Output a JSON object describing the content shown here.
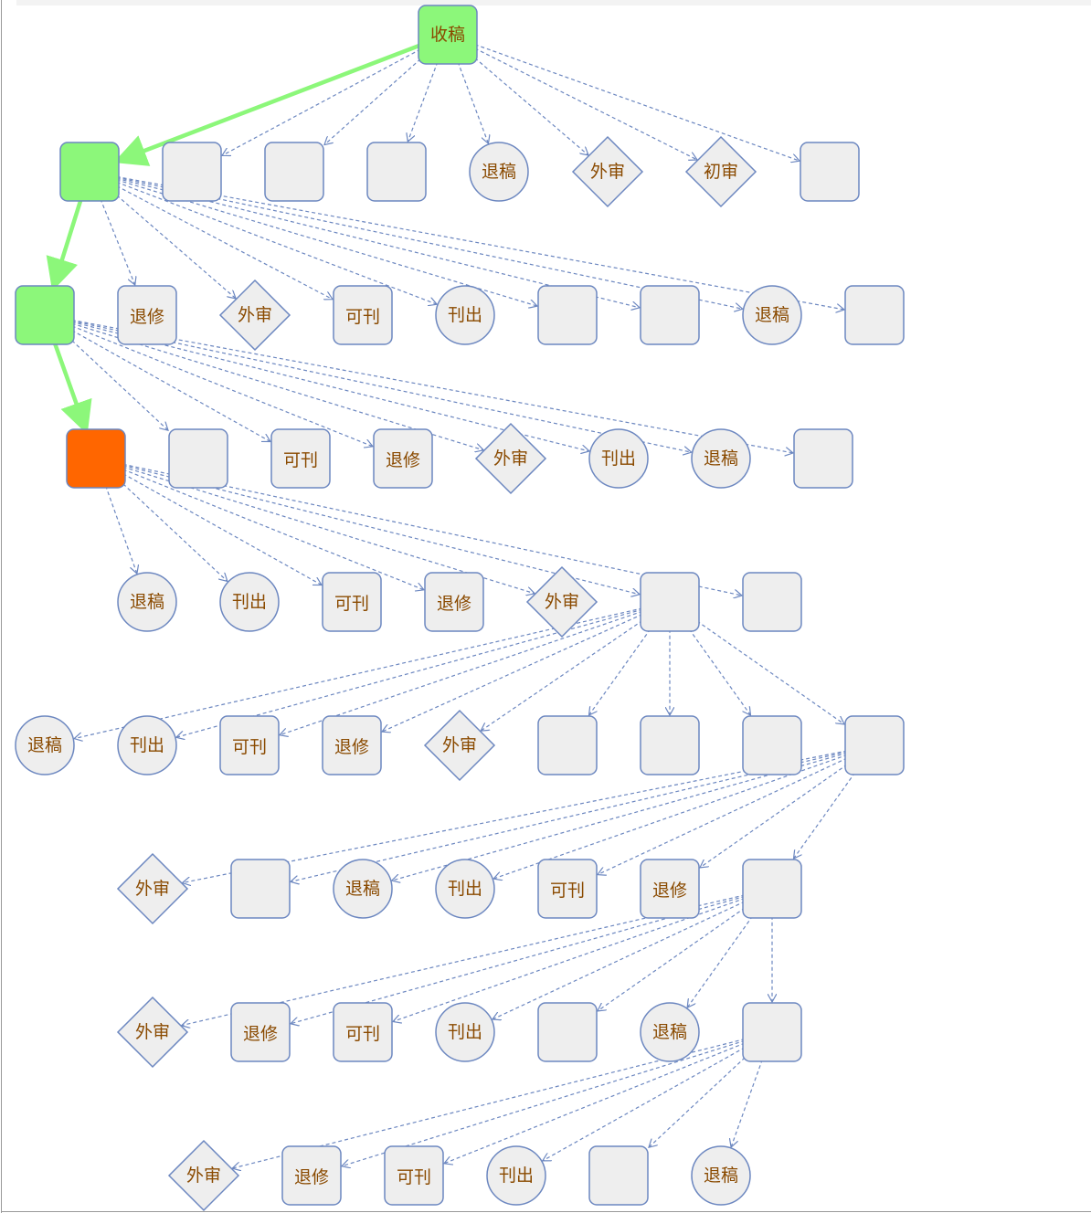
{
  "colors": {
    "default_fill": "#eeeeee",
    "stroke": "#6c87c0",
    "active": "#8cf77a",
    "current": "#ff6600",
    "label": "#8a4a00",
    "edge": "#6c87c0",
    "highlight_edge": "#8cf77a"
  },
  "nodes": [
    {
      "label": "收稿",
      "shape": "rect",
      "state": "active"
    },
    {
      "label": "",
      "shape": "rect",
      "state": "active"
    },
    {
      "label": "",
      "shape": "rect",
      "state": "default"
    },
    {
      "label": "",
      "shape": "rect",
      "state": "default"
    },
    {
      "label": "",
      "shape": "rect",
      "state": "default"
    },
    {
      "label": "退稿",
      "shape": "circle",
      "state": "default"
    },
    {
      "label": "外审",
      "shape": "diamond",
      "state": "default"
    },
    {
      "label": "初审",
      "shape": "diamond",
      "state": "default"
    },
    {
      "label": "",
      "shape": "rect",
      "state": "default"
    },
    {
      "label": "",
      "shape": "rect",
      "state": "active"
    },
    {
      "label": "退修",
      "shape": "rect",
      "state": "default"
    },
    {
      "label": "外审",
      "shape": "diamond",
      "state": "default"
    },
    {
      "label": "可刊",
      "shape": "rect",
      "state": "default"
    },
    {
      "label": "刊出",
      "shape": "circle",
      "state": "default"
    },
    {
      "label": "",
      "shape": "rect",
      "state": "default"
    },
    {
      "label": "",
      "shape": "rect",
      "state": "default"
    },
    {
      "label": "退稿",
      "shape": "circle",
      "state": "default"
    },
    {
      "label": "",
      "shape": "rect",
      "state": "default"
    },
    {
      "label": "",
      "shape": "rect",
      "state": "current"
    },
    {
      "label": "",
      "shape": "rect",
      "state": "default"
    },
    {
      "label": "可刊",
      "shape": "rect",
      "state": "default"
    },
    {
      "label": "退修",
      "shape": "rect",
      "state": "default"
    },
    {
      "label": "外审",
      "shape": "diamond",
      "state": "default"
    },
    {
      "label": "刊出",
      "shape": "circle",
      "state": "default"
    },
    {
      "label": "退稿",
      "shape": "circle",
      "state": "default"
    },
    {
      "label": "",
      "shape": "rect",
      "state": "default"
    },
    {
      "label": "退稿",
      "shape": "circle",
      "state": "default"
    },
    {
      "label": "刊出",
      "shape": "circle",
      "state": "default"
    },
    {
      "label": "可刊",
      "shape": "rect",
      "state": "default"
    },
    {
      "label": "退修",
      "shape": "rect",
      "state": "default"
    },
    {
      "label": "外审",
      "shape": "diamond",
      "state": "default"
    },
    {
      "label": "",
      "shape": "rect",
      "state": "default"
    },
    {
      "label": "",
      "shape": "rect",
      "state": "default"
    },
    {
      "label": "退稿",
      "shape": "circle",
      "state": "default"
    },
    {
      "label": "刊出",
      "shape": "circle",
      "state": "default"
    },
    {
      "label": "可刊",
      "shape": "rect",
      "state": "default"
    },
    {
      "label": "退修",
      "shape": "rect",
      "state": "default"
    },
    {
      "label": "外审",
      "shape": "diamond",
      "state": "default"
    },
    {
      "label": "",
      "shape": "rect",
      "state": "default"
    },
    {
      "label": "",
      "shape": "rect",
      "state": "default"
    },
    {
      "label": "",
      "shape": "rect",
      "state": "default"
    },
    {
      "label": "",
      "shape": "rect",
      "state": "default"
    },
    {
      "label": "外审",
      "shape": "diamond",
      "state": "default"
    },
    {
      "label": "",
      "shape": "rect",
      "state": "default"
    },
    {
      "label": "退稿",
      "shape": "circle",
      "state": "default"
    },
    {
      "label": "刊出",
      "shape": "circle",
      "state": "default"
    },
    {
      "label": "可刊",
      "shape": "rect",
      "state": "default"
    },
    {
      "label": "退修",
      "shape": "rect",
      "state": "default"
    },
    {
      "label": "",
      "shape": "rect",
      "state": "default"
    },
    {
      "label": "外审",
      "shape": "diamond",
      "state": "default"
    },
    {
      "label": "退修",
      "shape": "rect",
      "state": "default"
    },
    {
      "label": "可刊",
      "shape": "rect",
      "state": "default"
    },
    {
      "label": "刊出",
      "shape": "circle",
      "state": "default"
    },
    {
      "label": "",
      "shape": "rect",
      "state": "default"
    },
    {
      "label": "退稿",
      "shape": "circle",
      "state": "default"
    },
    {
      "label": "",
      "shape": "rect",
      "state": "default"
    },
    {
      "label": "外审",
      "shape": "diamond",
      "state": "default"
    },
    {
      "label": "退修",
      "shape": "rect",
      "state": "default"
    },
    {
      "label": "可刊",
      "shape": "rect",
      "state": "default"
    },
    {
      "label": "刊出",
      "shape": "circle",
      "state": "default"
    },
    {
      "label": "",
      "shape": "rect",
      "state": "default"
    },
    {
      "label": "退稿",
      "shape": "circle",
      "state": "default"
    }
  ],
  "edges": [
    {
      "from": 0,
      "to": 1,
      "highlight": true
    },
    {
      "from": 0,
      "to": 2
    },
    {
      "from": 0,
      "to": 3
    },
    {
      "from": 0,
      "to": 4
    },
    {
      "from": 0,
      "to": 5
    },
    {
      "from": 0,
      "to": 6
    },
    {
      "from": 0,
      "to": 7
    },
    {
      "from": 0,
      "to": 8
    },
    {
      "from": 1,
      "to": 9,
      "highlight": true
    },
    {
      "from": 1,
      "to": 10
    },
    {
      "from": 1,
      "to": 11
    },
    {
      "from": 1,
      "to": 12
    },
    {
      "from": 1,
      "to": 13
    },
    {
      "from": 1,
      "to": 14
    },
    {
      "from": 1,
      "to": 15
    },
    {
      "from": 1,
      "to": 16
    },
    {
      "from": 1,
      "to": 17
    },
    {
      "from": 9,
      "to": 18,
      "highlight": true
    },
    {
      "from": 9,
      "to": 19
    },
    {
      "from": 9,
      "to": 20
    },
    {
      "from": 9,
      "to": 21
    },
    {
      "from": 9,
      "to": 22
    },
    {
      "from": 9,
      "to": 23
    },
    {
      "from": 9,
      "to": 24
    },
    {
      "from": 9,
      "to": 25
    },
    {
      "from": 18,
      "to": 26
    },
    {
      "from": 18,
      "to": 27
    },
    {
      "from": 18,
      "to": 28
    },
    {
      "from": 18,
      "to": 29
    },
    {
      "from": 18,
      "to": 30
    },
    {
      "from": 18,
      "to": 31
    },
    {
      "from": 18,
      "to": 32
    },
    {
      "from": 31,
      "to": 33
    },
    {
      "from": 31,
      "to": 34
    },
    {
      "from": 31,
      "to": 35
    },
    {
      "from": 31,
      "to": 36
    },
    {
      "from": 31,
      "to": 37
    },
    {
      "from": 31,
      "to": 38
    },
    {
      "from": 31,
      "to": 39
    },
    {
      "from": 31,
      "to": 40
    },
    {
      "from": 31,
      "to": 41
    },
    {
      "from": 41,
      "to": 42
    },
    {
      "from": 41,
      "to": 43
    },
    {
      "from": 41,
      "to": 44
    },
    {
      "from": 41,
      "to": 45
    },
    {
      "from": 41,
      "to": 46
    },
    {
      "from": 41,
      "to": 47
    },
    {
      "from": 41,
      "to": 48
    },
    {
      "from": 48,
      "to": 49
    },
    {
      "from": 48,
      "to": 50
    },
    {
      "from": 48,
      "to": 51
    },
    {
      "from": 48,
      "to": 52
    },
    {
      "from": 48,
      "to": 53
    },
    {
      "from": 48,
      "to": 54
    },
    {
      "from": 48,
      "to": 55
    },
    {
      "from": 55,
      "to": 56
    },
    {
      "from": 55,
      "to": 57
    },
    {
      "from": 55,
      "to": 58
    },
    {
      "from": 55,
      "to": 59
    },
    {
      "from": 55,
      "to": 60
    },
    {
      "from": 55,
      "to": 61
    }
  ]
}
